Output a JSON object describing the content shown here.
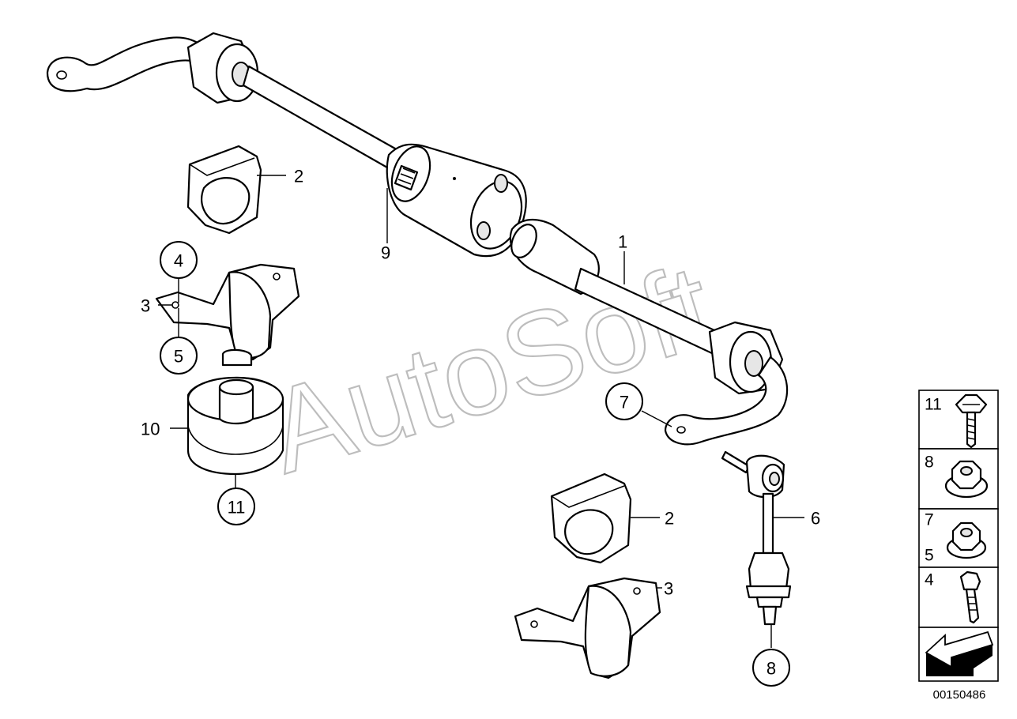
{
  "watermark": "AutoSoft",
  "diagram_id": "00150486",
  "callouts": {
    "c1": "1",
    "c2a": "2",
    "c2b": "2",
    "c3a": "3",
    "c3b": "3",
    "c4": "4",
    "c5": "5",
    "c6": "6",
    "c7": "7",
    "c8": "8",
    "c9": "9",
    "c10": "10",
    "c11": "11"
  },
  "legend": {
    "row1": "11",
    "row2": "8",
    "row3a": "7",
    "row3b": "5",
    "row4": "4"
  }
}
